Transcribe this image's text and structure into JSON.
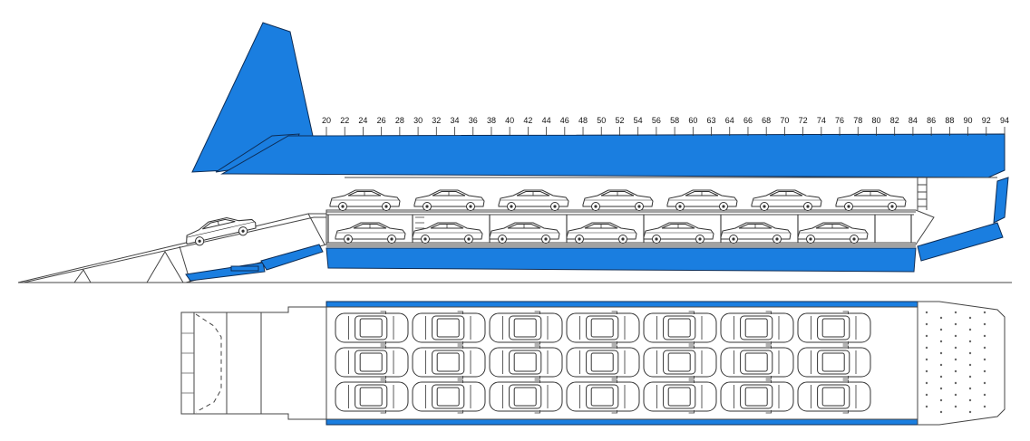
{
  "colors": {
    "hull": "#1a7ee0",
    "outline": "#0d2c55",
    "line": "#444444"
  },
  "frame_labels": [
    "20",
    "22",
    "24",
    "26",
    "28",
    "30",
    "32",
    "34",
    "36",
    "38",
    "40",
    "42",
    "44",
    "46",
    "48",
    "50",
    "52",
    "54",
    "56",
    "58",
    "60",
    "63",
    "64",
    "66",
    "68",
    "70",
    "72",
    "74",
    "76",
    "78",
    "80",
    "82",
    "84",
    "86",
    "88",
    "90",
    "92",
    "94"
  ],
  "side_view": {
    "upper_deck_cars": 7,
    "lower_deck_cars": 7,
    "ramp_cars": 1
  },
  "top_view": {
    "rows": 3,
    "columns": 7
  }
}
